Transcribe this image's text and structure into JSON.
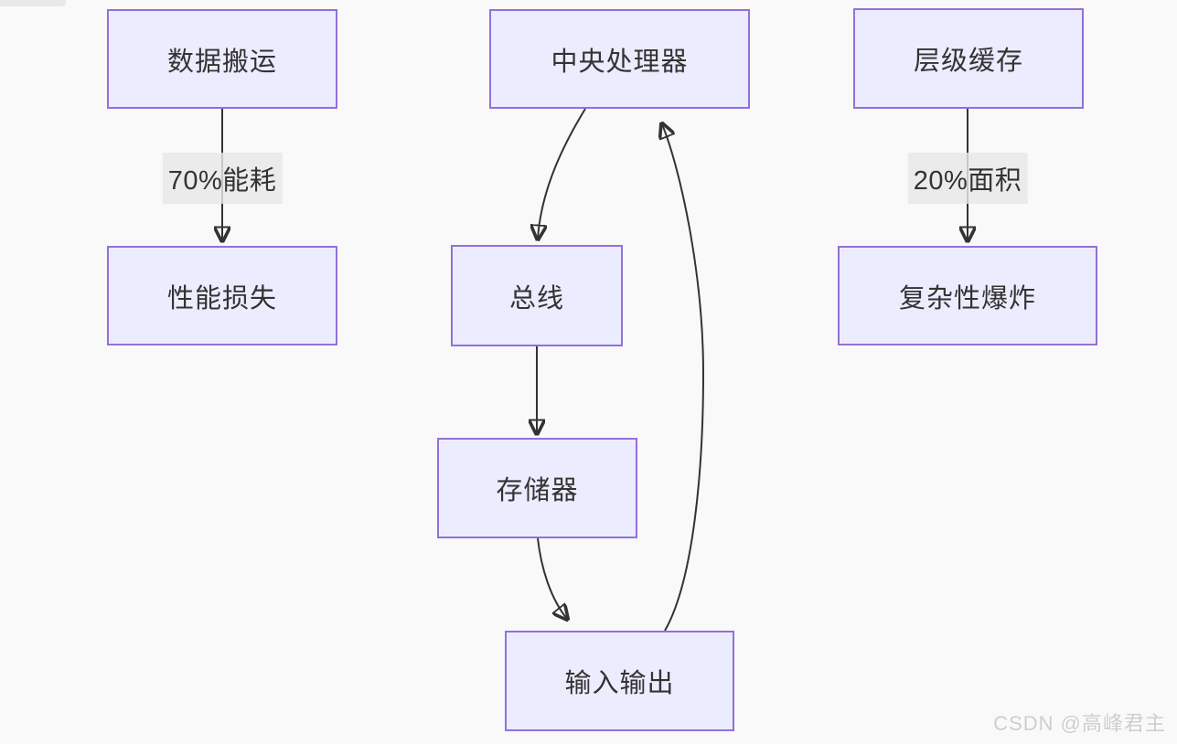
{
  "diagram": {
    "type": "flowchart",
    "nodes": {
      "data_move": {
        "label": "数据搬运"
      },
      "perf_loss": {
        "label": "性能损失"
      },
      "cpu": {
        "label": "中央处理器"
      },
      "bus": {
        "label": "总线"
      },
      "memory": {
        "label": "存储器"
      },
      "io": {
        "label": "输入输出"
      },
      "cache": {
        "label": "层级缓存"
      },
      "complexity": {
        "label": "复杂性爆炸"
      }
    },
    "edges": [
      {
        "from": "data_move",
        "to": "perf_loss",
        "label": "70%能耗"
      },
      {
        "from": "cache",
        "to": "complexity",
        "label": "20%面积"
      },
      {
        "from": "cpu",
        "to": "bus",
        "label": ""
      },
      {
        "from": "bus",
        "to": "memory",
        "label": ""
      },
      {
        "from": "memory",
        "to": "io",
        "label": ""
      },
      {
        "from": "io",
        "to": "cpu",
        "label": ""
      }
    ],
    "colors": {
      "node_fill": "#ECECFF",
      "node_border": "#9370DB",
      "edge_stroke": "#333333",
      "edge_label_bg": "#e8e8e8",
      "text": "#333333",
      "page_background": "#f9f9f9",
      "watermark": "#cdcdcd"
    }
  },
  "watermark": {
    "text": "CSDN @高峰君主"
  }
}
